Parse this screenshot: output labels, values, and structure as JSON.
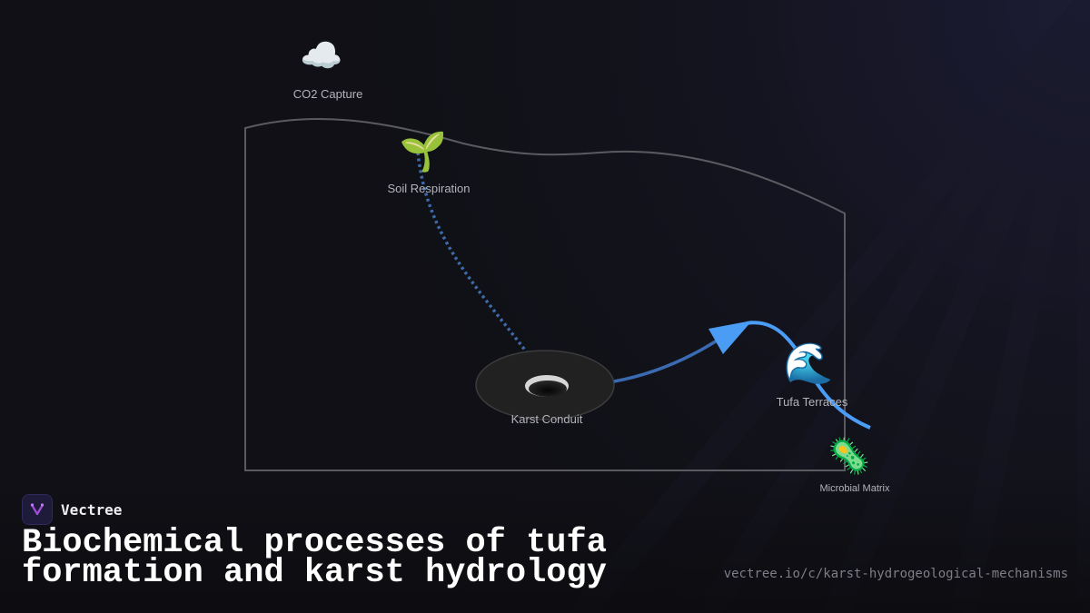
{
  "diagram": {
    "nodes": [
      {
        "id": "co2",
        "label": "CO2 Capture",
        "icon": "cloud-icon",
        "glyph": "☁️"
      },
      {
        "id": "soil",
        "label": "Soil Respiration",
        "icon": "seedling-icon",
        "glyph": "🌱"
      },
      {
        "id": "karst",
        "label": "Karst Conduit",
        "icon": "sinkhole-icon"
      },
      {
        "id": "tufa",
        "label": "Tufa Terraces",
        "icon": "wave-icon",
        "glyph": "🌊"
      },
      {
        "id": "microbe",
        "label": "Microbial Matrix",
        "icon": "microbe-icon",
        "glyph": "🦠"
      }
    ],
    "connections": [
      {
        "from": "soil",
        "to": "karst",
        "style": "dotted",
        "color": "#3d6aa8"
      },
      {
        "from": "karst",
        "to": "tufa",
        "style": "arrow",
        "color": "#4a9cf5"
      },
      {
        "from": "tufa",
        "to": "microbe",
        "style": "solid",
        "color": "#4a9cf5"
      }
    ]
  },
  "brand": {
    "name": "Vectree",
    "logo_icon": "vectree-logo-icon"
  },
  "footer": {
    "title": "Biochemical processes of tufa formation and karst hydrology",
    "url": "vectree.io/c/karst-hydrogeological-mechanisms"
  },
  "colors": {
    "background": "#101016",
    "accent_blue": "#4a9cf5",
    "dotted_blue": "#3d6aa8",
    "outline": "#5a5a60"
  }
}
